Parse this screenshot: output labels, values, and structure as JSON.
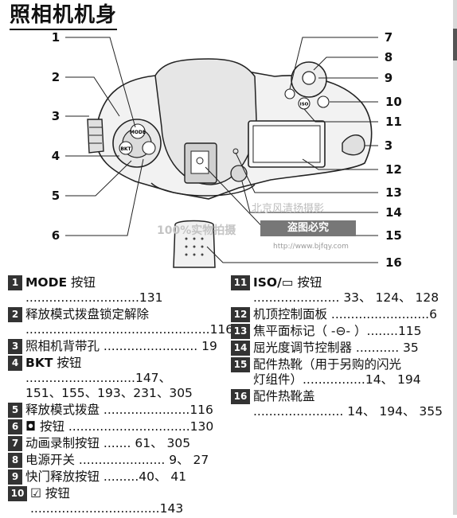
{
  "title": "照相机机身",
  "callouts": [
    "1",
    "2",
    "3",
    "4",
    "5",
    "6",
    "7",
    "8",
    "9",
    "10",
    "11",
    "3",
    "12",
    "13",
    "14",
    "15",
    "16"
  ],
  "camera_labels": {
    "mode": "MODE",
    "bkt": "BKT",
    "iso": "ISO"
  },
  "watermark": {
    "line1": "北京风清扬摄影",
    "line2": "100%实物拍摄",
    "badge": "盗图必究",
    "url": "http://www.bjfqy.com"
  },
  "legend_left": [
    {
      "n": "1",
      "label": "MODE",
      "text": " 按钮 .............................131"
    },
    {
      "n": "2",
      "label": "",
      "text": "释放模式拨盘锁定解除",
      "cont": "...............................................116"
    },
    {
      "n": "3",
      "label": "",
      "text": "照相机背带孔 ........................ 19"
    },
    {
      "n": "4",
      "label": "BKT",
      "text": " 按钮 ............................147、",
      "cont": "151、155、193、231、305"
    },
    {
      "n": "5",
      "label": "",
      "text": "释放模式拨盘 ......................116"
    },
    {
      "n": "6",
      "label": "◘",
      "text": " 按钮 ...............................130"
    },
    {
      "n": "7",
      "label": "",
      "text": "动画录制按钮 ....... 61、 305"
    },
    {
      "n": "8",
      "label": "",
      "text": "电源开关 ...................... 9、 27"
    },
    {
      "n": "9",
      "label": "",
      "text": "快门释放按钮 .........40、 41"
    },
    {
      "n": "10",
      "label": "☑",
      "text": " 按钮 .................................143"
    }
  ],
  "legend_right": [
    {
      "n": "11",
      "label": "ISO/",
      "text": "▭ 按钮",
      "cont": "...................... 33、 124、 128"
    },
    {
      "n": "12",
      "label": "",
      "text": "机顶控制面板 .........................6"
    },
    {
      "n": "13",
      "label": "",
      "text": "焦平面标记（ -⊖- ）........115"
    },
    {
      "n": "14",
      "label": "",
      "text": "屈光度调节控制器 ........... 35"
    },
    {
      "n": "15",
      "label": "",
      "text": "配件热靴（用于另购的闪光",
      "cont": "灯组件）................14、 194"
    },
    {
      "n": "16",
      "label": "",
      "text": "配件热靴盖",
      "cont": "....................... 14、 194、 355"
    }
  ]
}
